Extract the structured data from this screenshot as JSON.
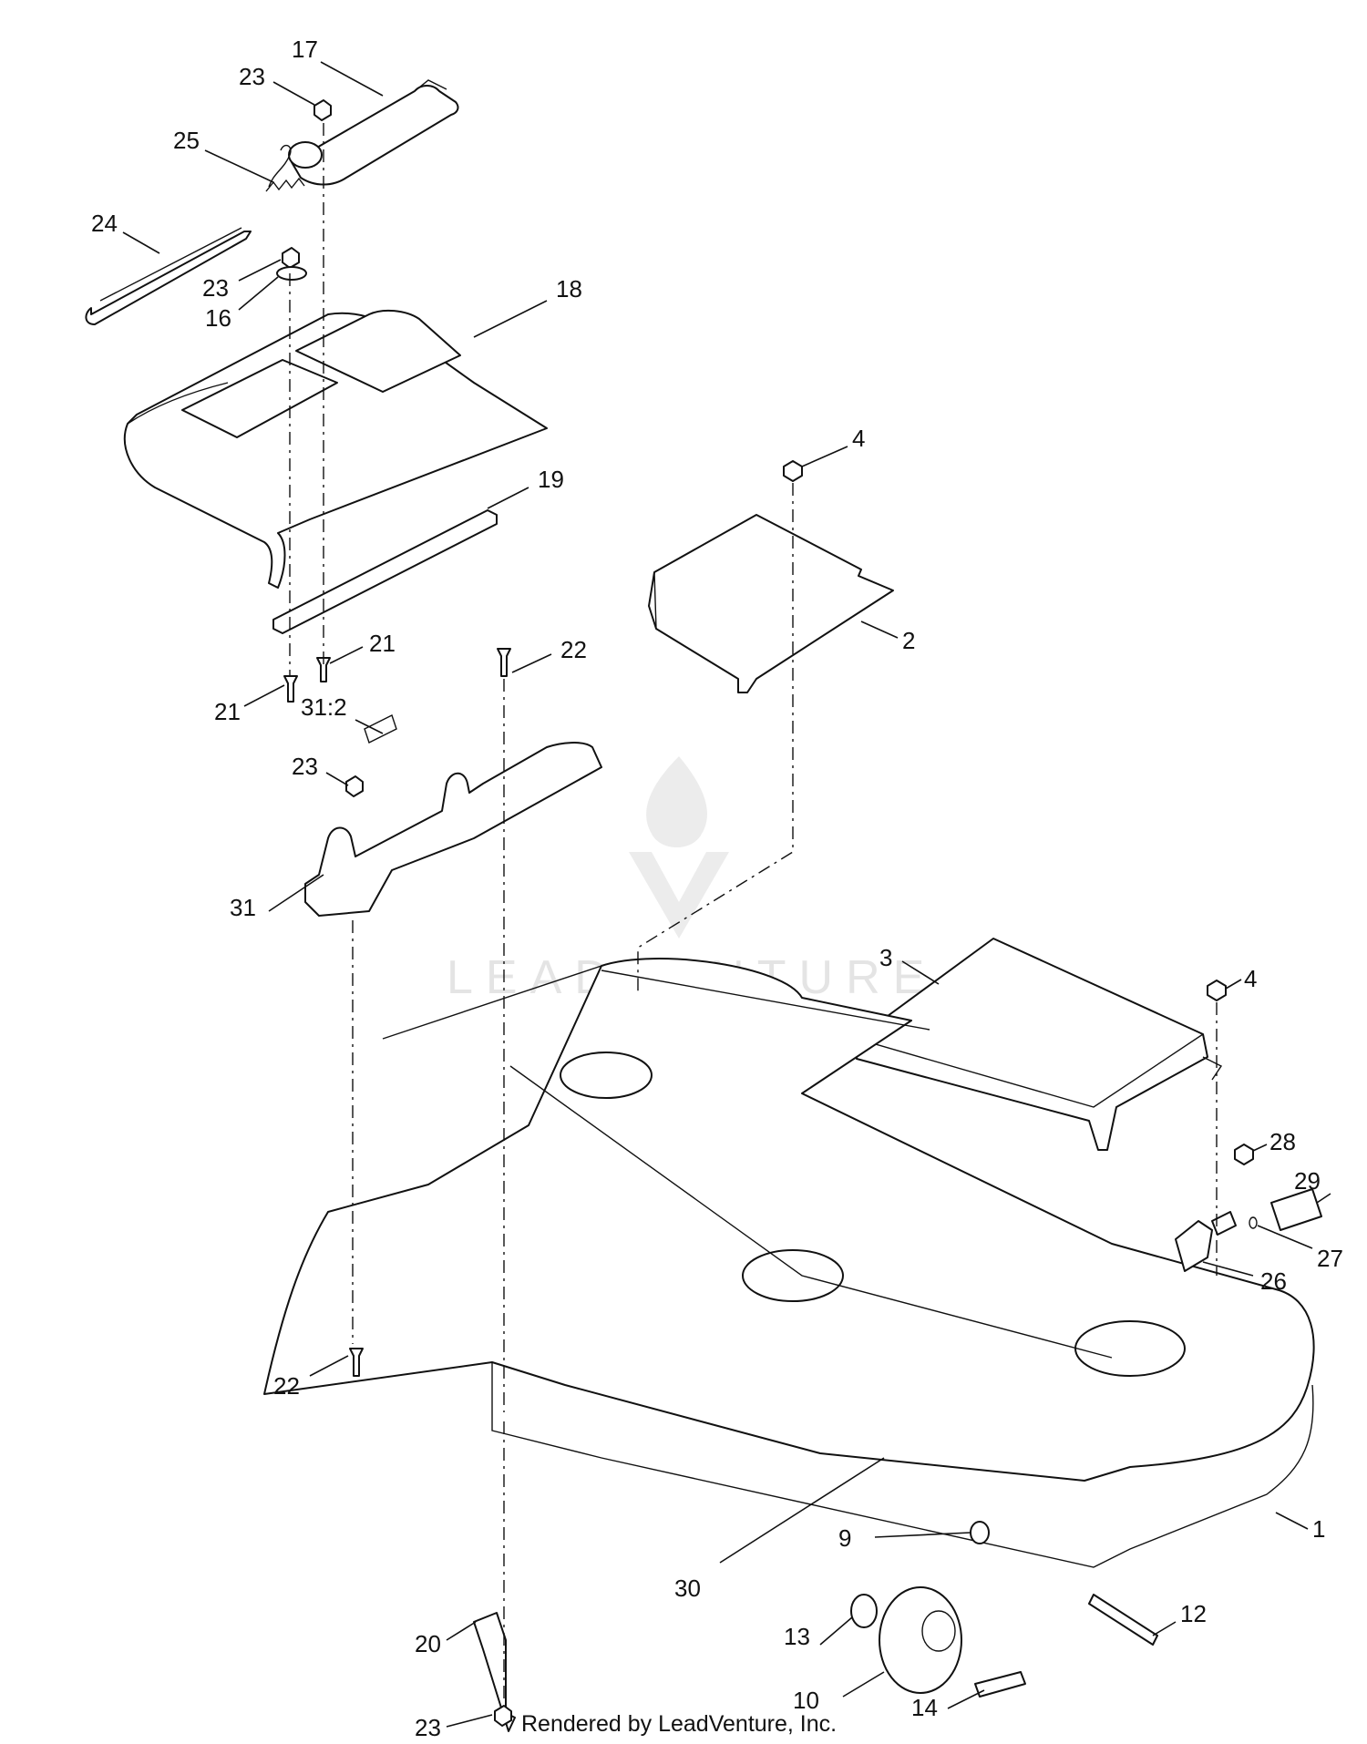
{
  "watermark": {
    "text": "LEADVENTURE"
  },
  "footer": {
    "text": "Rendered by LeadVenture, Inc."
  },
  "callouts": [
    {
      "id": "c17a",
      "text": "17"
    },
    {
      "id": "c23a",
      "text": "23"
    },
    {
      "id": "c25",
      "text": "25"
    },
    {
      "id": "c24",
      "text": "24"
    },
    {
      "id": "c23b",
      "text": "23"
    },
    {
      "id": "c16",
      "text": "16"
    },
    {
      "id": "c18",
      "text": "18"
    },
    {
      "id": "c19",
      "text": "19"
    },
    {
      "id": "c4a",
      "text": "4"
    },
    {
      "id": "c2",
      "text": "2"
    },
    {
      "id": "c21a",
      "text": "21"
    },
    {
      "id": "c21b",
      "text": "21"
    },
    {
      "id": "c22a",
      "text": "22"
    },
    {
      "id": "c31_2",
      "text": "31:2"
    },
    {
      "id": "c23c",
      "text": "23"
    },
    {
      "id": "c31",
      "text": "31"
    },
    {
      "id": "c3",
      "text": "3"
    },
    {
      "id": "c4b",
      "text": "4"
    },
    {
      "id": "c28",
      "text": "28"
    },
    {
      "id": "c29",
      "text": "29"
    },
    {
      "id": "c27",
      "text": "27"
    },
    {
      "id": "c26",
      "text": "26"
    },
    {
      "id": "c22b",
      "text": "22"
    },
    {
      "id": "c30",
      "text": "30"
    },
    {
      "id": "c1",
      "text": "1"
    },
    {
      "id": "c9",
      "text": "9"
    },
    {
      "id": "c12",
      "text": "12"
    },
    {
      "id": "c20",
      "text": "20"
    },
    {
      "id": "c13",
      "text": "13"
    },
    {
      "id": "c10",
      "text": "10"
    },
    {
      "id": "c14",
      "text": "14"
    },
    {
      "id": "c23d",
      "text": "23"
    }
  ]
}
